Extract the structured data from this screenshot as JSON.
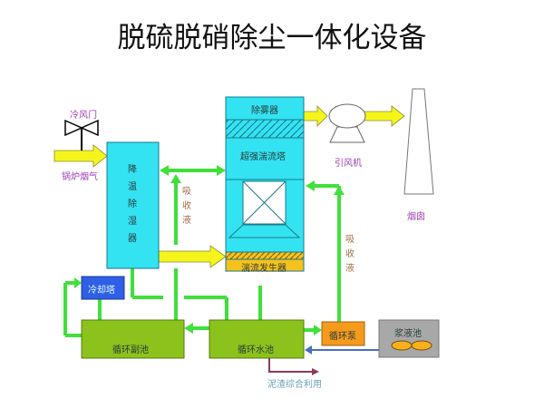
{
  "title": "脱硫脱硝除尘一体化设备",
  "labels": {
    "cold_air_door": "冷风门",
    "boiler_flue_gas": "锅炉烟气",
    "cooler_dehumidifier": "降温除湿器",
    "absorbent_left": "吸收液",
    "absorbent_right": "吸收液",
    "demister": "除雾器",
    "turbulence_tower": "超强湍流塔",
    "turbulence_generator": "湍流发生器",
    "induced_fan": "引风机",
    "chimney": "烟囱",
    "cooling_tower": "冷却塔",
    "aux_pool": "循环副池",
    "circ_pool": "循环水池",
    "circ_pump": "循环泵",
    "slurry_pool": "浆液池",
    "sludge_use": "泥渣综合利用"
  },
  "colors": {
    "cyan": "#33e3f2",
    "yellow": "#f5f51c",
    "green": "#3fe03a",
    "pool": "#8cc21c",
    "orange": "#f59a1c",
    "blue": "#2f5fe6",
    "grey": "#a8a8a8"
  }
}
